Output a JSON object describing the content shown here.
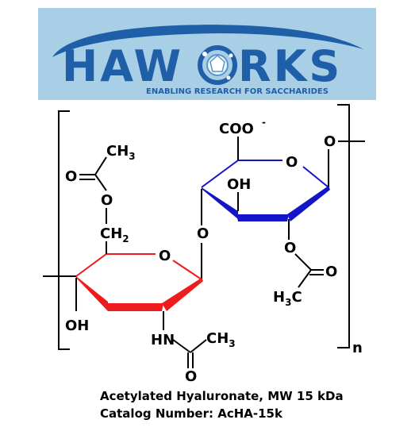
{
  "logo": {
    "name_left": "HAW",
    "name_right": "RKS",
    "tagline": "ENABLING RESEARCH FOR SACCHARIDES",
    "colors": {
      "banner": "#a9cfe6",
      "letters": "#1f5fa8",
      "arc": "#1f5fa8"
    },
    "icon": "sugar-crystal-o-icon"
  },
  "structure": {
    "labels": {
      "coo": "COO",
      "coo_charge": "-",
      "ring_o": "O",
      "oh": "OH",
      "ch3": "CH",
      "ch3_sub": "3",
      "h3c": "H",
      "h3c_sub": "3",
      "h3c_c": "C",
      "ch2": "CH",
      "ch2_sub": "2",
      "hn": "HN",
      "n": "n"
    },
    "colors": {
      "glcnac_ring": "#ee1c1c",
      "glca_ring": "#1515c8",
      "bonds": "#000000"
    }
  },
  "caption": {
    "line1": "Acetylated Hyaluronate, MW 15 kDa",
    "line2": "Catalog Number: AcHA-15k"
  }
}
